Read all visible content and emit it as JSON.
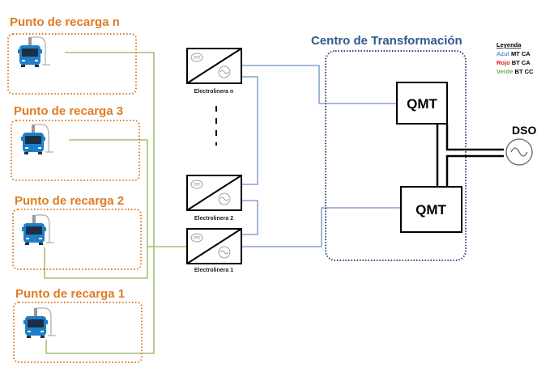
{
  "charging_points": [
    {
      "title": "Punto de recarga n"
    },
    {
      "title": "Punto de recarga 3"
    },
    {
      "title": "Punto de recarga 2"
    },
    {
      "title": "Punto de recarga 1"
    }
  ],
  "chargers": [
    {
      "label": "Electrolinera n"
    },
    {
      "label": "Electrolinera 2"
    },
    {
      "label": "Electrolinera 1"
    }
  ],
  "substation": {
    "title": "Centro de Transformación",
    "qmt_top": "QMT",
    "qmt_bottom": "QMT"
  },
  "grid": {
    "label": "DSO"
  },
  "legend": {
    "title": "Leyenda",
    "items": [
      {
        "color_name": "Azul",
        "meaning": "MT CA",
        "color": "#5b8bd0"
      },
      {
        "color_name": "Rojo",
        "meaning": "BT CA",
        "color": "#e02020"
      },
      {
        "color_name": "Verde",
        "meaning": "BT CC",
        "color": "#7aa84a"
      }
    ]
  },
  "colors": {
    "orange": "#e07b24",
    "blue_line": "#6d8fc2",
    "green_line": "#8db35a",
    "title_blue": "#2e5b8a"
  }
}
